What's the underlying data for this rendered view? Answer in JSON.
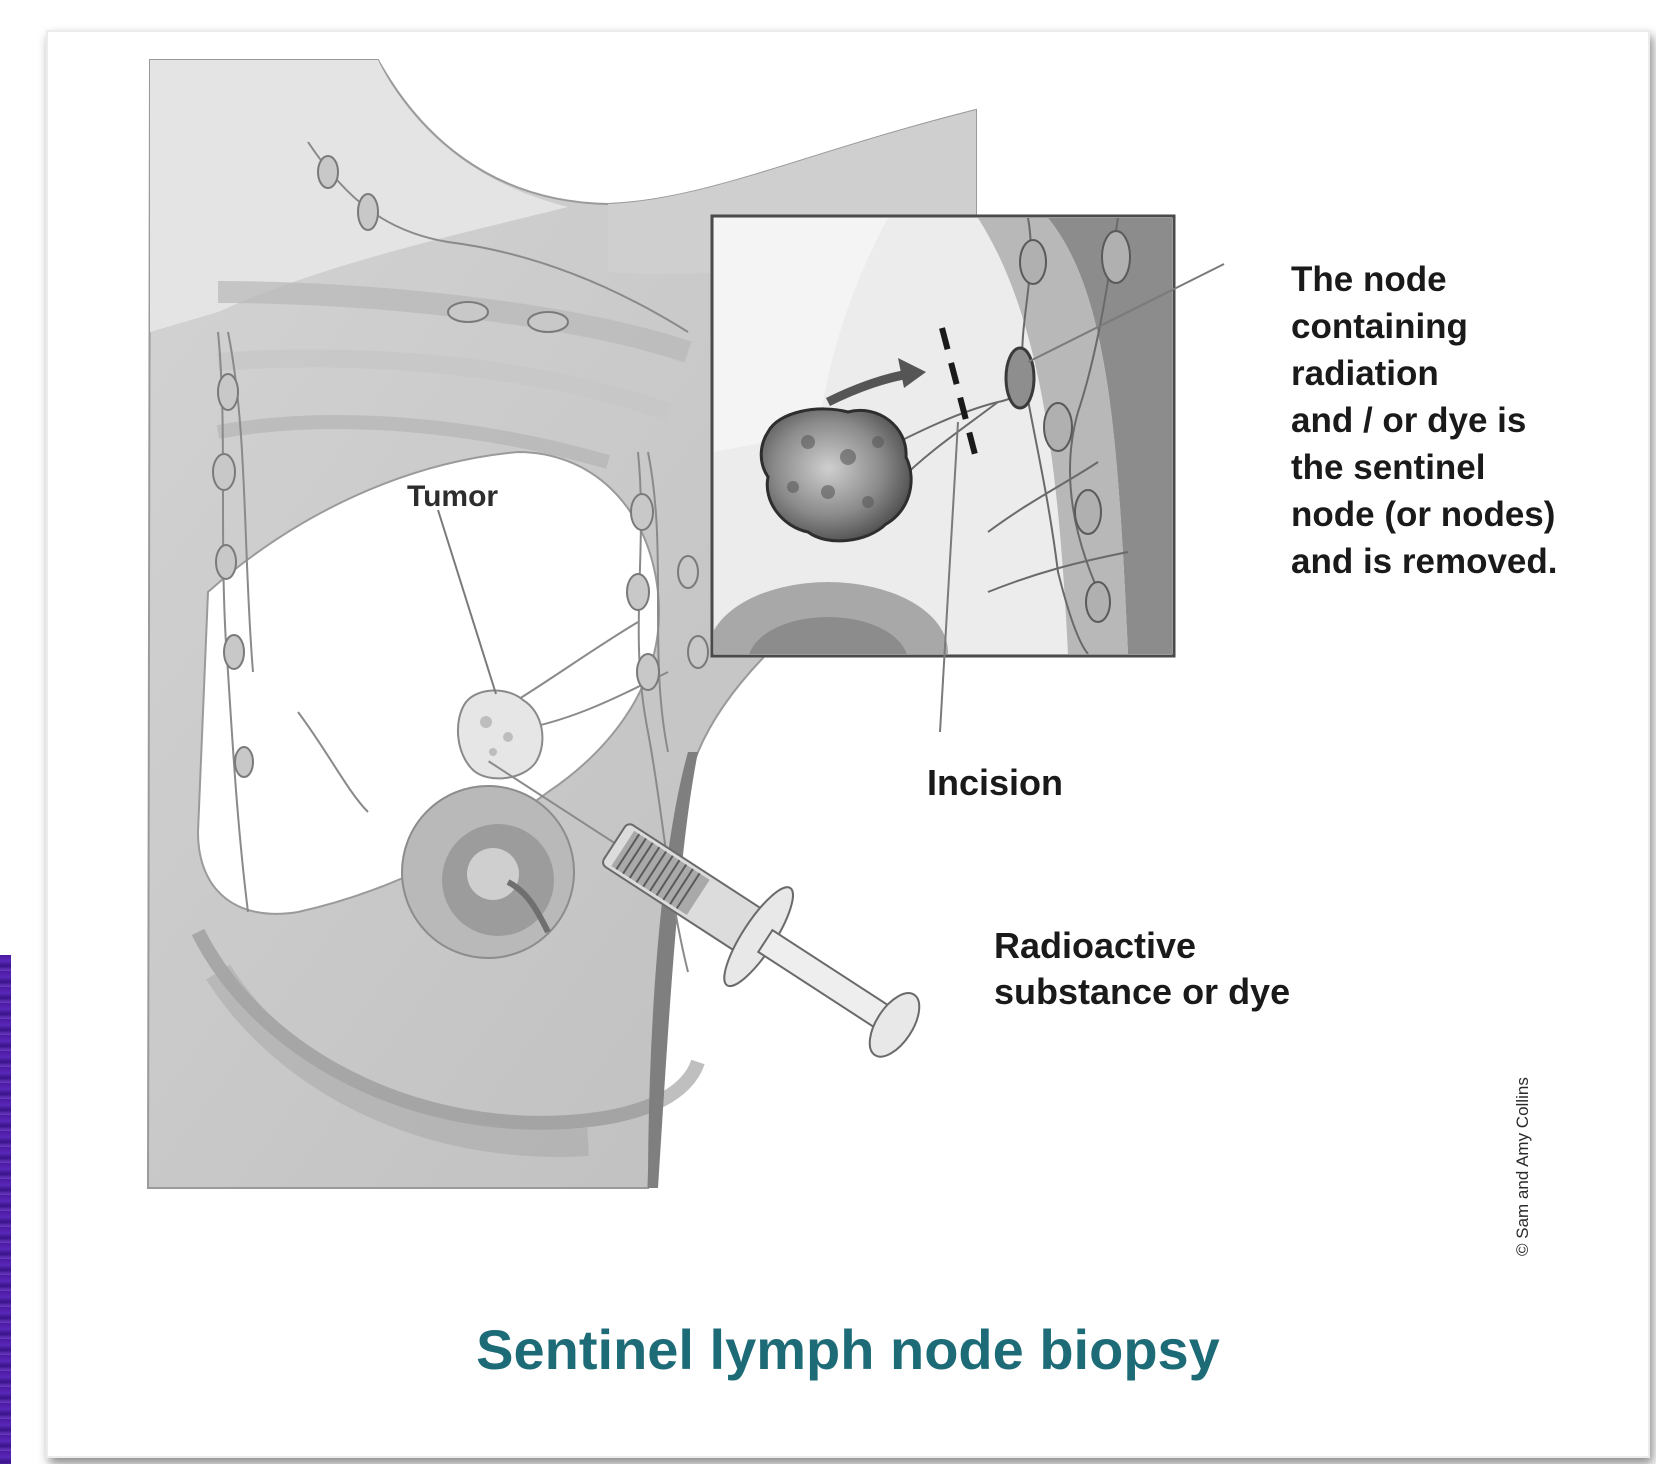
{
  "labels": {
    "tumor": "Tumor",
    "incision": "Incision",
    "radioactive": [
      "Radioactive",
      "substance or dye"
    ],
    "sentinel_node": [
      "The node",
      "containing",
      "radiation",
      "and / or dye is",
      "the sentinel",
      "node (or nodes)",
      "and is removed."
    ]
  },
  "copyright": "© Sam and Amy Collins",
  "caption": "Sentinel lymph node biopsy",
  "colors": {
    "caption": "#1e6b78",
    "accent_edge": "#4b1ba0"
  }
}
